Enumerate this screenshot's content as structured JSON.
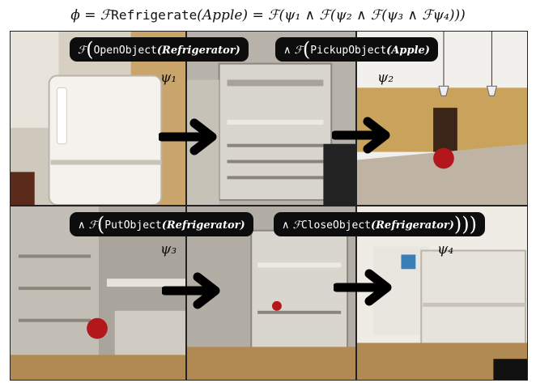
{
  "formula": {
    "phi": "ϕ",
    "eq1": " = ",
    "F": "ℱ",
    "name": "Refrigerate",
    "arg": "(Apple)",
    "eq2": " = ",
    "rhs": "ℱ(ψ₁ ∧ ℱ(ψ₂ ∧ ℱ(ψ₃ ∧ ℱψ₄)))"
  },
  "labels": {
    "p1": {
      "op": "ℱ",
      "open": "(",
      "fn": "OpenObject",
      "arg": "(Refrigerator)"
    },
    "p2": {
      "op": "∧ ℱ",
      "open": "(",
      "fn": "PickupObject",
      "arg": "(Apple)"
    },
    "p3": {
      "op": "∧ ℱ",
      "open": "(",
      "fn": "PutObject",
      "arg": "(Refrigerator)"
    },
    "p4": {
      "op": "∧ ℱ",
      "fn": "CloseObject",
      "arg": "(Refrigerator)",
      "close": ")))"
    }
  },
  "psi": {
    "p1": "ψ₁",
    "p2": "ψ₂",
    "p3": "ψ₃",
    "p4": "ψ₄"
  }
}
